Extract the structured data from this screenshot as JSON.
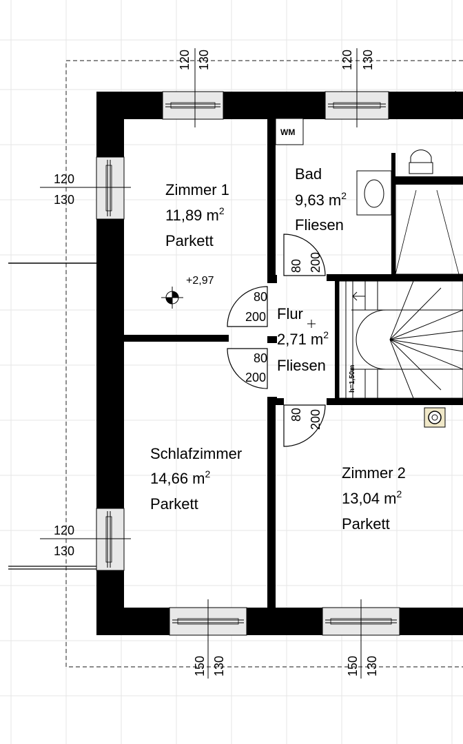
{
  "rooms": {
    "zimmer1": {
      "name": "Zimmer 1",
      "area_value": "11,89 m",
      "area_sup": "2",
      "floor": "Parkett"
    },
    "bad": {
      "name": "Bad",
      "area_value": "9,63 m",
      "area_sup": "2",
      "floor": "Fliesen"
    },
    "flur": {
      "name": "Flur",
      "area_value": "2,71 m",
      "area_sup": "2",
      "floor": "Fliesen"
    },
    "schlafzimmer": {
      "name": "Schlafzimmer",
      "area_value": "14,66 m",
      "area_sup": "2",
      "floor": "Parkett"
    },
    "zimmer2": {
      "name": "Zimmer 2",
      "area_value": "13,04 m",
      "area_sup": "2",
      "floor": "Parkett"
    }
  },
  "labels": {
    "wm": "WM",
    "elevation": "+2,97",
    "stair_height": "h=1,50m"
  },
  "window_dims": {
    "top_left": [
      "120",
      "130"
    ],
    "top_right": [
      "120",
      "130"
    ],
    "left_upper": [
      "120",
      "130"
    ],
    "left_lower": [
      "120",
      "130"
    ],
    "bottom_left": [
      "150",
      "130"
    ],
    "bottom_right": [
      "150",
      "130"
    ]
  },
  "door_dims": {
    "bad": [
      "80",
      "200"
    ],
    "zimmer1": [
      "80",
      "200"
    ],
    "schlafzimmer": [
      "80",
      "200"
    ],
    "zimmer2": [
      "80",
      "200"
    ]
  },
  "colors": {
    "wall": "#000000",
    "grid": "#e6e6e6",
    "window_fill": "#e8e8e8"
  }
}
